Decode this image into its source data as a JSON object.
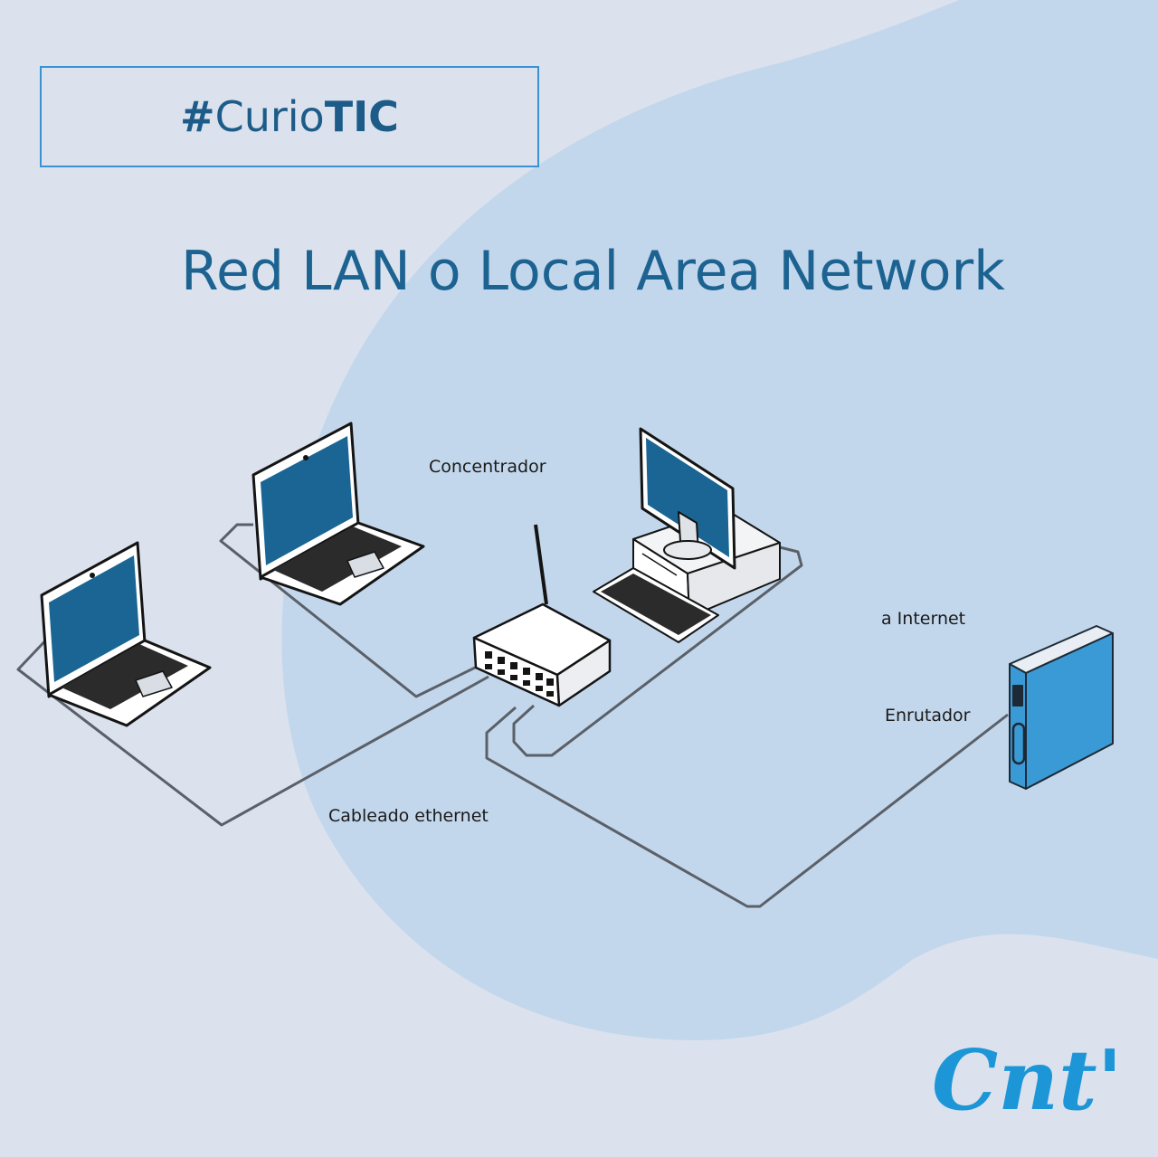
{
  "header": {
    "hash": "#",
    "curio": "Curio",
    "tic": "TIC"
  },
  "title": "Red LAN o Local Area Network",
  "labels": {
    "hub": "Concentrador",
    "internet": "a Internet",
    "router": "Enrutador",
    "cabling": "Cableado ethernet"
  },
  "logo": "Cnt'",
  "colors": {
    "background": "#dbe2ee",
    "blob": "#c3d7ec",
    "screen": "#1a6593",
    "router": "#3a9ad6",
    "cable": "#5b6068",
    "title": "#1c6391"
  },
  "icons": [
    "laptop-icon",
    "desktop-computer-icon",
    "network-hub-icon",
    "router-icon"
  ]
}
